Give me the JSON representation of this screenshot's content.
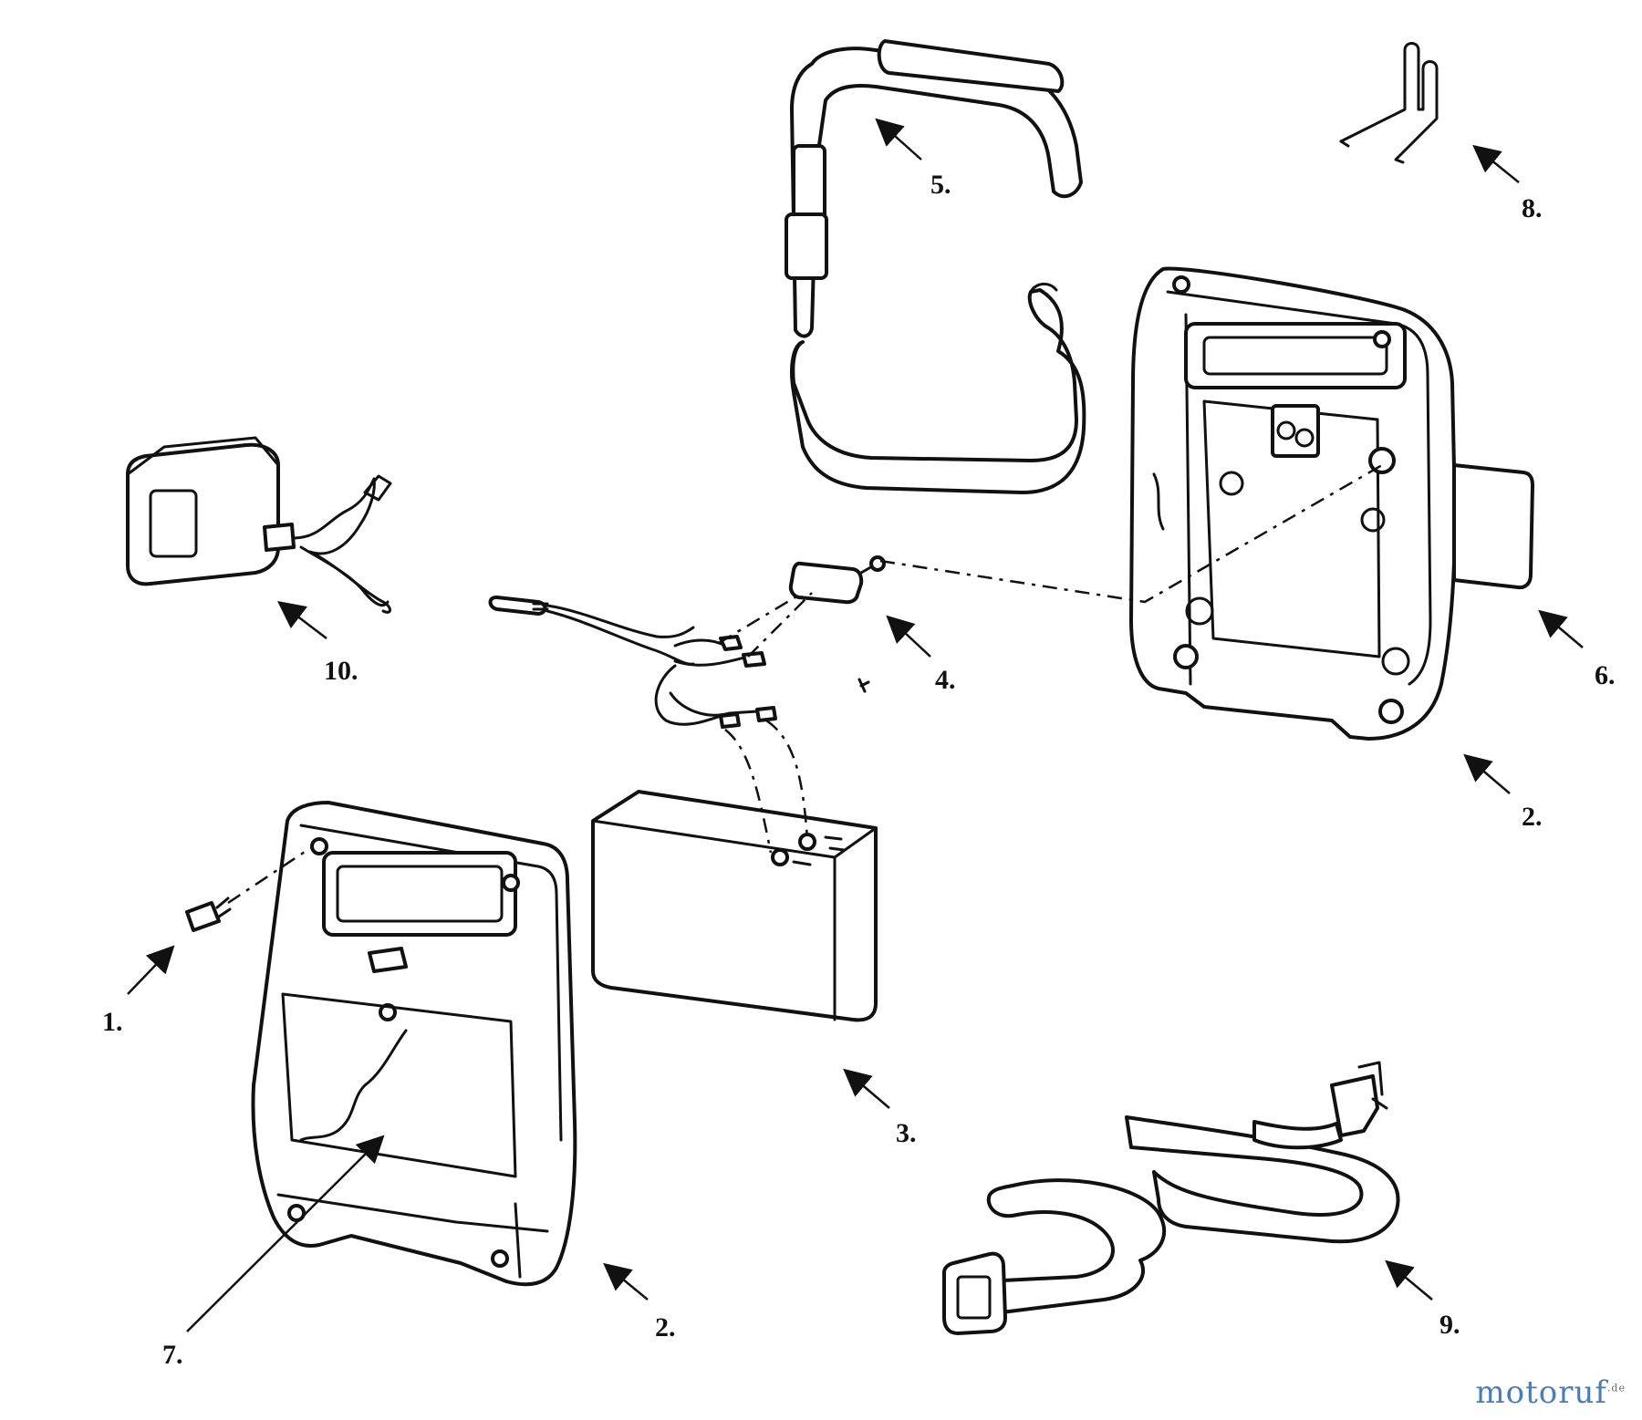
{
  "labels": {
    "l1": "1.",
    "l2a": "2.",
    "l2b": "2.",
    "l3": "3.",
    "l4": "4.",
    "l5": "5.",
    "l6": "6.",
    "l7": "7.",
    "l8": "8.",
    "l9": "9.",
    "l10": "10."
  },
  "watermark": {
    "brand": "motoruf",
    "tld": ".de"
  }
}
